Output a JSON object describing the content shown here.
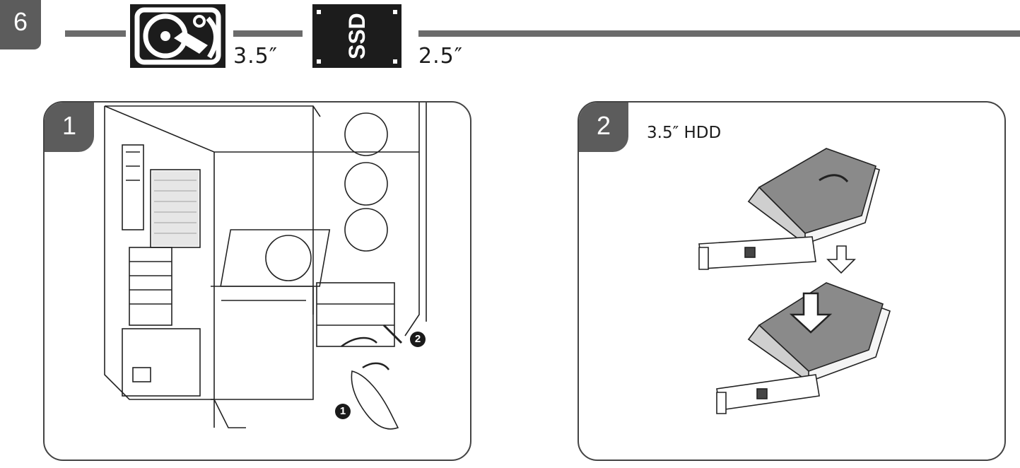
{
  "header": {
    "step_number": "6",
    "hdd_size": "3.5″",
    "ssd_size": "2.5″",
    "ssd_icon_text": "SSD",
    "hdd_icon": "hard-drive-icon",
    "ssd_icon": "ssd-icon"
  },
  "panels": [
    {
      "number": "1",
      "title": "",
      "callouts": [
        "1",
        "2"
      ]
    },
    {
      "number": "2",
      "title": "3.5″ HDD"
    }
  ],
  "colors": {
    "tab": "#5c5c5c",
    "bar": "#6b6b6b",
    "icon": "#1c1c1c",
    "border": "#444444"
  }
}
